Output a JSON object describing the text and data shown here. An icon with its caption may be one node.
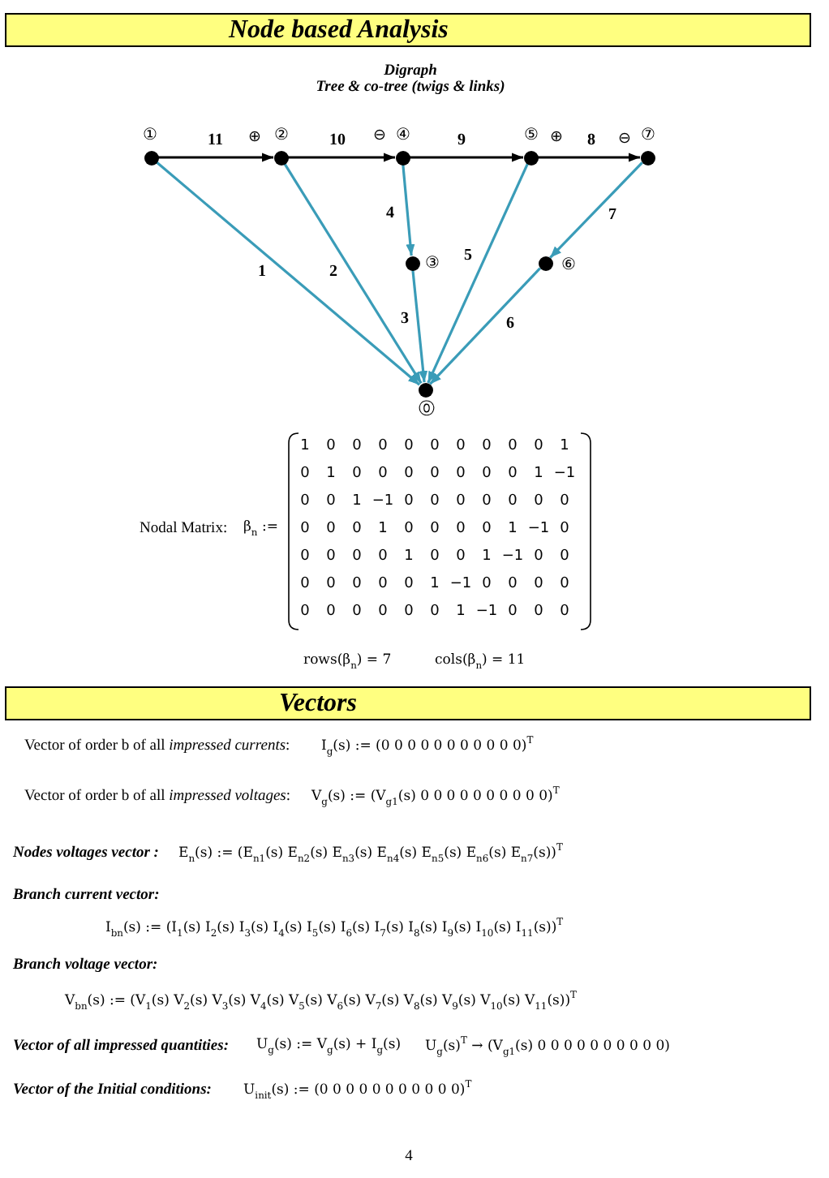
{
  "diagram": {
    "title": "Node based Analysis",
    "nodes": [
      {
        "text": [],
        "shape": "circle",
        "beside": [
          "①"
        ]
      },
      {
        "text": [],
        "shape": "circle",
        "beside": [
          "②"
        ]
      },
      {
        "text": [],
        "shape": "circle",
        "beside": [
          "④"
        ]
      },
      {
        "text": [],
        "shape": "circle",
        "beside": [
          "⑤"
        ]
      },
      {
        "text": [],
        "shape": "circle",
        "beside": [
          "⑦"
        ]
      },
      {
        "text": [],
        "shape": "circle",
        "beside": [
          "③"
        ]
      },
      {
        "text": [],
        "shape": "circle",
        "beside": [
          "⑥"
        ]
      },
      {
        "text": [],
        "shape": "circle",
        "beside": [
          "⓪"
        ]
      }
    ],
    "edges": [
      {
        "from": 0,
        "to": 1,
        "arrow": "to",
        "label": "11",
        "color": "#000000"
      },
      {
        "from": 1,
        "to": 2,
        "arrow": "to",
        "label": "10",
        "color": "#000000"
      },
      {
        "from": 2,
        "to": 3,
        "arrow": "to",
        "label": "9",
        "color": "#000000"
      },
      {
        "from": 3,
        "to": 4,
        "arrow": "to",
        "label": "8",
        "color": "#000000"
      },
      {
        "from": 0,
        "to": 7,
        "arrow": "to",
        "label": "1"
      },
      {
        "from": 1,
        "to": 7,
        "arrow": "to",
        "label": "2"
      },
      {
        "from": 2,
        "to": 5,
        "arrow": "to",
        "label": "4"
      },
      {
        "from": 5,
        "to": 7,
        "arrow": "to",
        "label": "3"
      },
      {
        "from": 3,
        "to": 7,
        "arrow": "to",
        "label": "5"
      },
      {
        "from": 4,
        "to": 6,
        "arrow": "to",
        "label": "7"
      },
      {
        "from": 6,
        "to": 7,
        "arrow": "to",
        "label": "6"
      }
    ],
    "labels": [
      "Digraph",
      "Tree & co-tree (twigs & links)",
      "⊕",
      "⊖",
      "⊕",
      "⊖",
      "Nodal Matrix:",
      "β$_{n}$ :=",
      "1 0 0 0 0 0 0 0 0 0 1",
      "0 1 0 0 0 0 0 0 0 1 −1",
      "0 0 1 −1 0 0 0 0 0 0 0",
      "0 0 0 1 0 0 0 0 1 −1 0",
      "0 0 0 0 1 0 0 1 −1 0 0",
      "0 0 0 0 0 1 −1 0 0 0 0",
      "0 0 0 0 0 0 1 −1 0 0 0",
      "rows(β$_{n}$) = 7",
      "cols(β$_{n}$) = 11",
      "Vectors",
      "Vector of order b of all *impressed currents*:",
      "I$_{g}$(s) := (0 0 0 0 0 0 0 0 0 0 0)$^{T}$",
      "Vector of order b of all *impressed voltages*:",
      "V$_{g}$(s) := (V$_{g1}$(s) 0 0 0 0 0 0 0 0 0 0)$^{T}$",
      "Nodes voltages vector :",
      "E$_{n}$(s) := (E$_{n1}$(s) E$_{n2}$(s) E$_{n3}$(s) E$_{n4}$(s) E$_{n5}$(s) E$_{n6}$(s) E$_{n7}$(s))$^{T}$",
      "Branch current vector:",
      "I$_{bn}$(s) := (I$_{1}$(s) I$_{2}$(s) I$_{3}$(s) I$_{4}$(s) I$_{5}$(s) I$_{6}$(s) I$_{7}$(s) I$_{8}$(s) I$_{9}$(s) I$_{10}$(s) I$_{11}$(s))$^{T}$",
      "Branch voltage vector:",
      "V$_{bn}$(s) := (V$_{1}$(s) V$_{2}$(s) V$_{3}$(s) V$_{4}$(s) V$_{5}$(s) V$_{6}$(s) V$_{7}$(s) V$_{8}$(s) V$_{9}$(s) V$_{10}$(s) V$_{11}$(s))$^{T}$",
      "Vector of all impressed quantities:",
      "U$_{g}$(s) := V$_{g}$(s) + I$_{g}$(s)",
      "U$_{g}$(s)$^{T}$ → (V$_{g1}$(s) 0 0 0 0 0 0 0 0 0 0)",
      "Vector of the Initial conditions:",
      "U$_{init}$(s) := (0 0 0 0 0 0 0 0 0 0 0)$^{T}$",
      "4"
    ]
  }
}
